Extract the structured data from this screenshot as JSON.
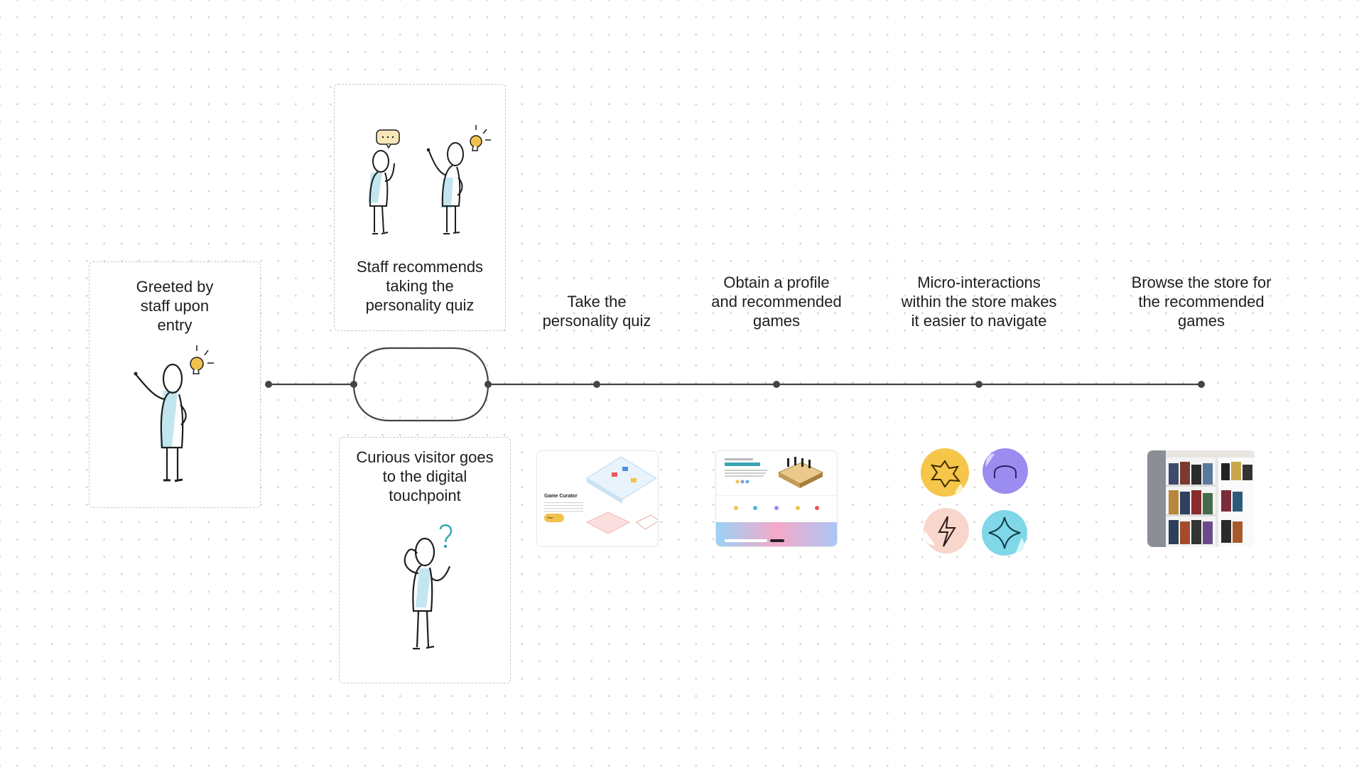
{
  "steps": {
    "greeted": "Greeted by\nstaff upon\nentry",
    "staff_recommends": "Staff recommends\ntaking the\npersonality quiz",
    "curious_visitor": "Curious visitor goes\nto the digital\ntouchpoint",
    "take_quiz": "Take the\npersonality quiz",
    "obtain_profile": "Obtain a profile\nand recommended\ngames",
    "micro_interactions": "Micro-interactions\nwithin the store makes\nit easier to navigate",
    "browse_store": "Browse the store for\nthe recommended\ngames"
  },
  "thumbnails": {
    "quiz_title": "Game Curator",
    "quiz_button": "Start"
  },
  "colors": {
    "line": "#444444",
    "box_border": "#c9c9c9",
    "figure_tint": "#a8dce8",
    "bulb": "#f1c24b",
    "question_mark": "#3aa5b5"
  },
  "icons": [
    "lightbulb-icon",
    "speech-bubble-icon",
    "question-mark-icon",
    "star-sticker-icon",
    "arch-sticker-icon",
    "bolt-sticker-icon",
    "sparkle-sticker-icon"
  ]
}
